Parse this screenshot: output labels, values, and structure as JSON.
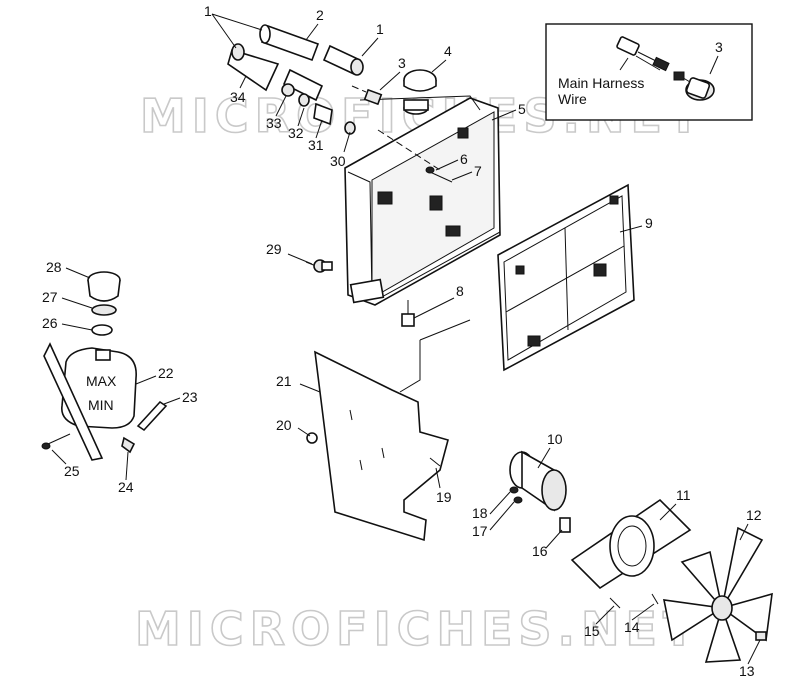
{
  "watermark": "MICROFICHES.NET",
  "inset": {
    "line1": "Main Harness",
    "line2": "Wire",
    "part_number": "3"
  },
  "callouts": [
    {
      "id": "c1a",
      "text": "1"
    },
    {
      "id": "c2",
      "text": "2"
    },
    {
      "id": "c1b",
      "text": "1"
    },
    {
      "id": "c3",
      "text": "3"
    },
    {
      "id": "c4",
      "text": "4"
    },
    {
      "id": "c5",
      "text": "5"
    },
    {
      "id": "c6",
      "text": "6"
    },
    {
      "id": "c7",
      "text": "7"
    },
    {
      "id": "c8",
      "text": "8"
    },
    {
      "id": "c9",
      "text": "9"
    },
    {
      "id": "c10",
      "text": "10"
    },
    {
      "id": "c11",
      "text": "11"
    },
    {
      "id": "c12",
      "text": "12"
    },
    {
      "id": "c13",
      "text": "13"
    },
    {
      "id": "c14",
      "text": "14"
    },
    {
      "id": "c15",
      "text": "15"
    },
    {
      "id": "c16",
      "text": "16"
    },
    {
      "id": "c17",
      "text": "17"
    },
    {
      "id": "c18",
      "text": "18"
    },
    {
      "id": "c19",
      "text": "19"
    },
    {
      "id": "c20",
      "text": "20"
    },
    {
      "id": "c21",
      "text": "21"
    },
    {
      "id": "c22",
      "text": "22"
    },
    {
      "id": "c23",
      "text": "23"
    },
    {
      "id": "c24",
      "text": "24"
    },
    {
      "id": "c25",
      "text": "25"
    },
    {
      "id": "c26",
      "text": "26"
    },
    {
      "id": "c27",
      "text": "27"
    },
    {
      "id": "c28",
      "text": "28"
    },
    {
      "id": "c29",
      "text": "29"
    },
    {
      "id": "c30",
      "text": "30"
    },
    {
      "id": "c31",
      "text": "31"
    },
    {
      "id": "c32",
      "text": "32"
    },
    {
      "id": "c33",
      "text": "33"
    },
    {
      "id": "c34",
      "text": "34"
    }
  ],
  "tank_labels": {
    "max": "MAX",
    "min": "MIN"
  }
}
